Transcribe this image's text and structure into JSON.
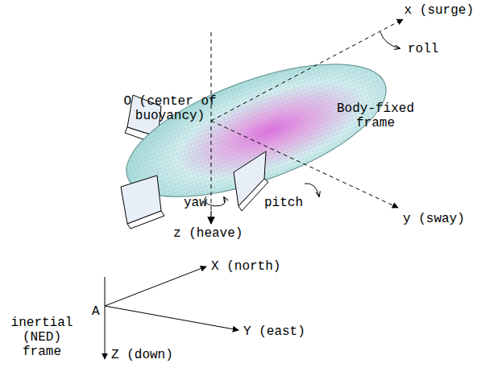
{
  "diagram": {
    "labels": [
      "x (surge)",
      "roll",
      "O (center of buoyancy)",
      "Body-fixed frame",
      "yaw",
      "pitch",
      "y (sway)",
      "z (heave)",
      "X (north)",
      "A",
      "inertial (NED) frame",
      "Y (east)",
      "Z (down)"
    ]
  }
}
